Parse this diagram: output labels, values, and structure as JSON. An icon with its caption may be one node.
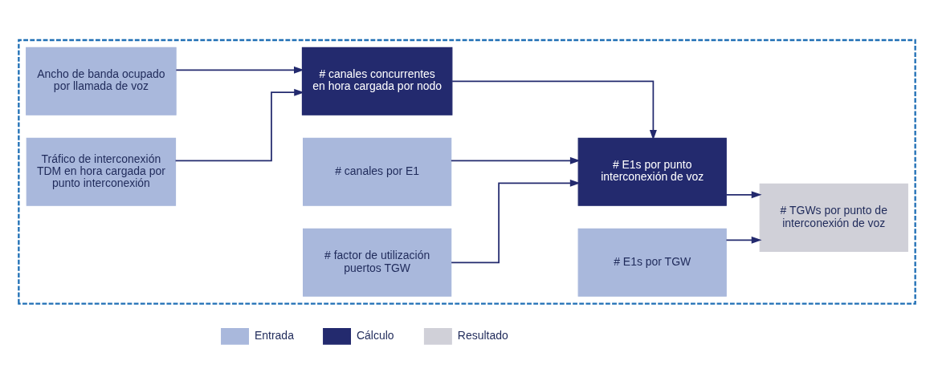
{
  "diagram": {
    "nodes": [
      {
        "text": [],
        "shape": "box"
      },
      {
        "text": [
          "Tráfico de interconexión TDM en hora cargada por punto interconexión"
        ],
        "in": 0
      },
      {
        "text": [
          "Ancho de banda ocupado por llamada de voz"
        ],
        "in": 0
      },
      {
        "text": [
          "# canales concurrentes en hora cargada por nodo"
        ],
        "in": 0
      },
      {
        "text": [
          "# canales por E1"
        ],
        "in": 0
      },
      {
        "text": [
          "# factor de utilización puertos TGW"
        ],
        "in": 0
      },
      {
        "text": [
          "# E1s por punto interconexión de voz"
        ],
        "in": 0
      },
      {
        "text": [
          "# E1s por TGW"
        ],
        "in": 0
      },
      {
        "text": [
          "# TGWs por punto de interconexión de voz"
        ],
        "in": 0
      }
    ],
    "edges": [
      {
        "from": 1,
        "to": 3,
        "arrow": "to"
      },
      {
        "from": 2,
        "to": 3,
        "arrow": "to"
      },
      {
        "from": 3,
        "to": 6,
        "arrow": "to"
      },
      {
        "from": 4,
        "to": 6,
        "arrow": "to"
      },
      {
        "from": 5,
        "to": 6,
        "arrow": "to"
      },
      {
        "from": 6,
        "to": 8,
        "arrow": "to"
      },
      {
        "from": 7,
        "to": 8,
        "arrow": "to"
      }
    ],
    "legend": [
      {
        "text": "Entrada",
        "color": "#a9b8dc"
      },
      {
        "text": "Cálculo",
        "color": "#232a6e"
      },
      {
        "text": "Resultado",
        "color": "#d0d0d8"
      }
    ]
  }
}
